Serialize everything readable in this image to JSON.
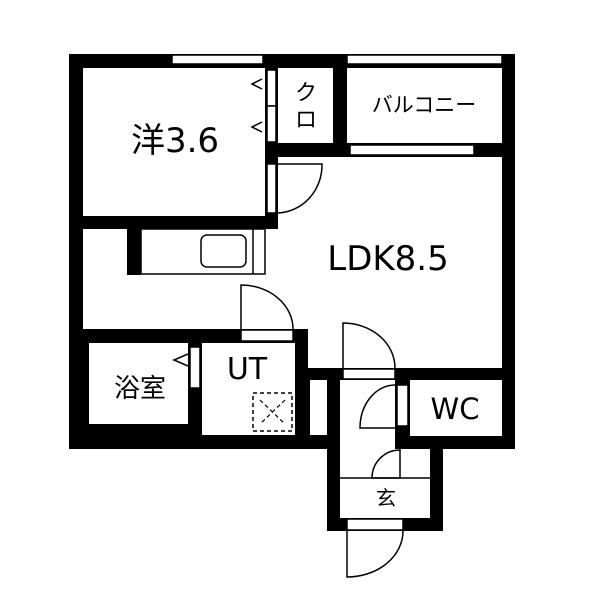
{
  "rooms": {
    "western_room": "洋3.6",
    "closet_line1": "ク",
    "closet_line2": "ロ",
    "balcony": "バルコニー",
    "ldk": "LDK8.5",
    "bathroom": "浴室",
    "utility": "UT",
    "toilet": "WC",
    "entrance": "玄"
  }
}
